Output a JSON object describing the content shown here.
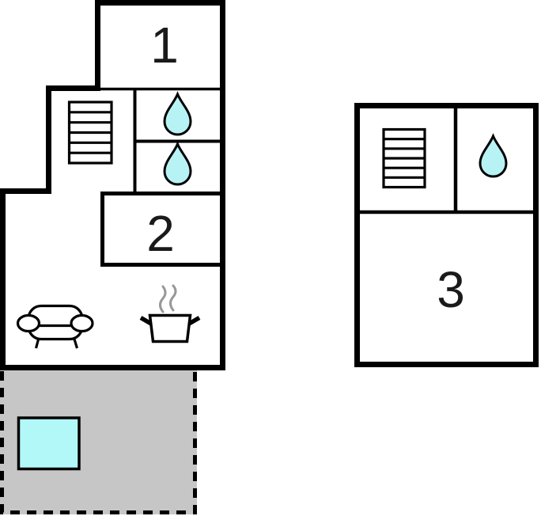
{
  "plan": {
    "type": "floor-plan",
    "background": "#ffffff",
    "colors": {
      "wall": "#000000",
      "water": "#b7f3f5",
      "pool": "#b3f8f8",
      "terrace": "#c6c6c6",
      "steam": "#989898",
      "label": "#1a1a1a",
      "room_fill": "#ffffff"
    },
    "buildings": {
      "main": {
        "rooms": [
          {
            "id": "room-1",
            "label": "1"
          },
          {
            "id": "room-2",
            "label": "2"
          }
        ],
        "icons": [
          "stairs-icon",
          "water-drop-icon",
          "water-drop-icon",
          "sofa-icon",
          "cooking-pot-icon"
        ]
      },
      "annex": {
        "rooms": [
          {
            "id": "room-3",
            "label": "3"
          }
        ],
        "icons": [
          "stairs-icon",
          "water-drop-icon"
        ]
      }
    },
    "terrace": {
      "features": [
        "pool"
      ]
    }
  }
}
